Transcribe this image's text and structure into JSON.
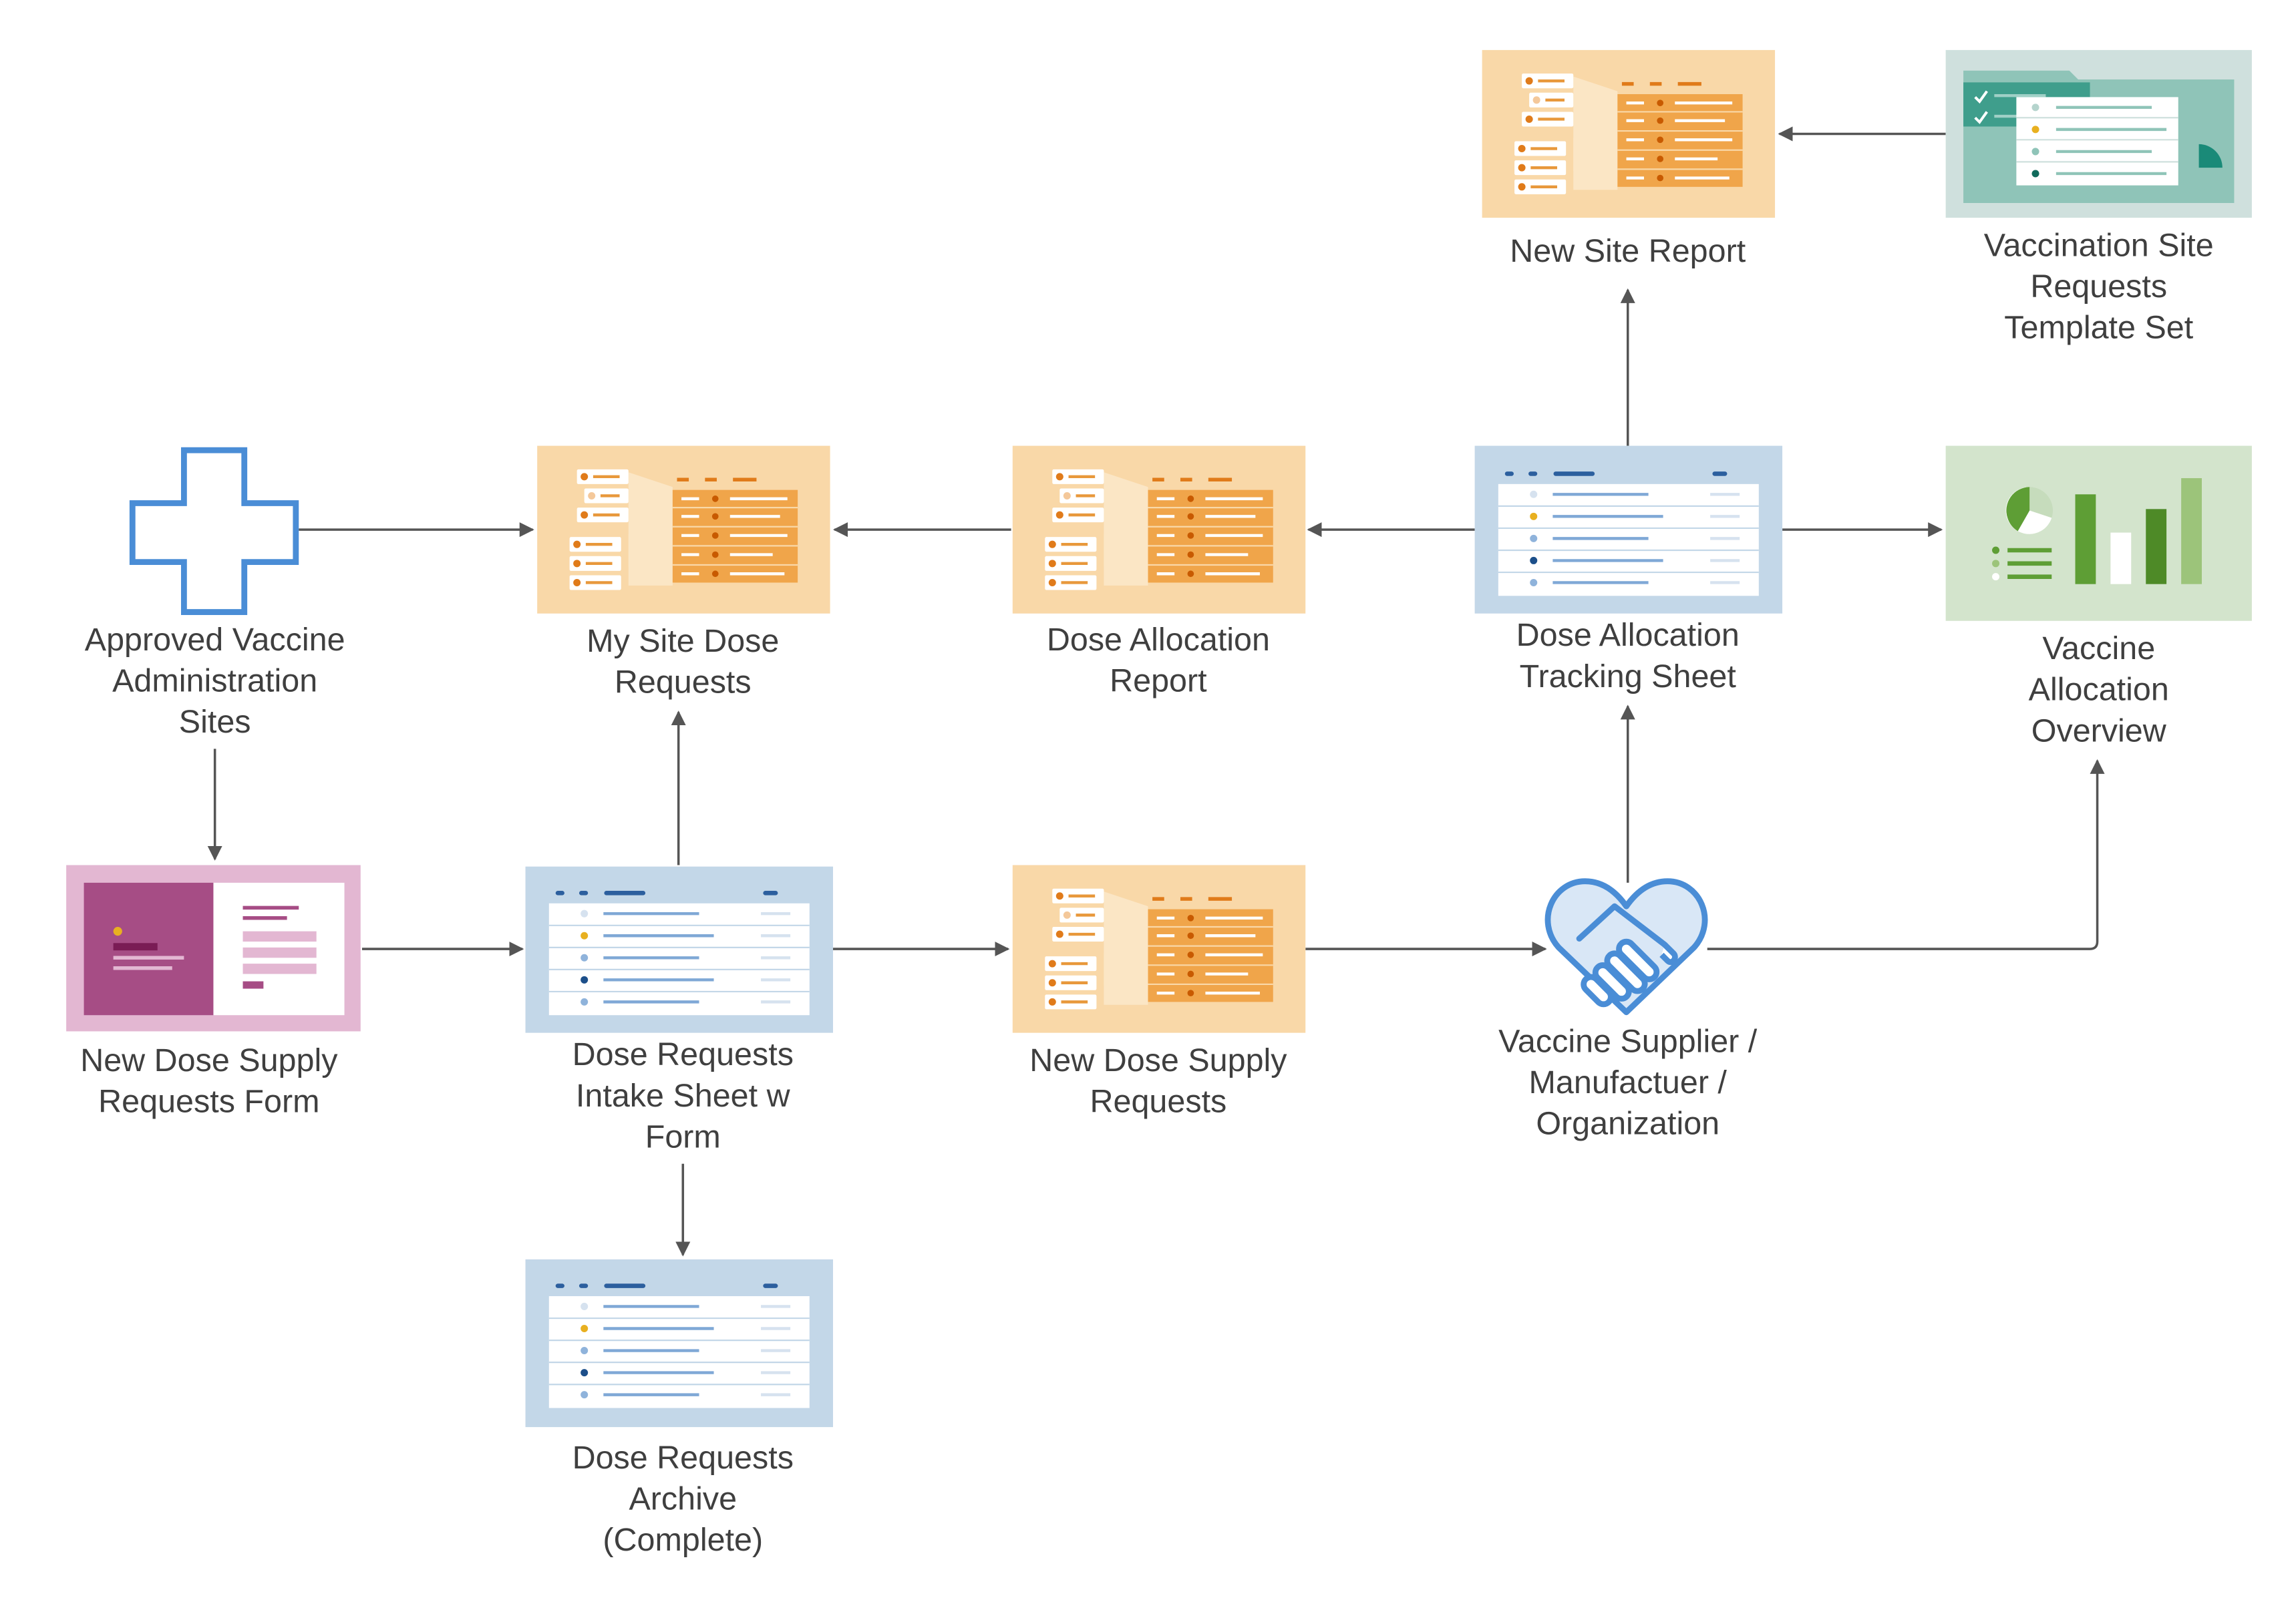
{
  "colors": {
    "orange_bg": "#f9d8a8",
    "orange_table": "#f0a54a",
    "orange_dot": "#e07b1a",
    "blue_bg": "#c3d7e8",
    "blue_line": "#7fa8d6",
    "blue_header": "#2c5f9e",
    "pink_bg": "#e3b7d2",
    "purple": "#a64d85",
    "teal_bg": "#b9d6d0",
    "teal": "#1a8a78",
    "green_bg": "#d3e4cc",
    "green": "#5e9e35",
    "icon_blue": "#4a8dd6",
    "arrow": "#555555",
    "text": "#3f3f3f"
  },
  "nodes": {
    "approved_sites": {
      "label": "Approved Vaccine\nAdministration\nSites",
      "icon": "medical-cross-icon"
    },
    "my_site_dose_requests": {
      "label": "My Site Dose\nRequests",
      "icon": "report-icon"
    },
    "dose_allocation_report": {
      "label": "Dose Allocation\nReport",
      "icon": "report-icon"
    },
    "dose_allocation_tracking_sheet": {
      "label": "Dose Allocation\nTracking Sheet",
      "icon": "sheet-icon"
    },
    "vaccine_allocation_overview": {
      "label": "Vaccine\nAllocation\nOverview",
      "icon": "dashboard-icon"
    },
    "new_site_report": {
      "label": "New Site Report",
      "icon": "report-icon"
    },
    "template_set": {
      "label": "Vaccination Site\nRequests\nTemplate Set",
      "icon": "template-folder-icon"
    },
    "new_dose_supply_form": {
      "label": "New Dose Supply\nRequests Form",
      "icon": "form-icon"
    },
    "intake_sheet": {
      "label": "Dose Requests\nIntake Sheet w\nForm",
      "icon": "sheet-icon"
    },
    "new_dose_supply_requests": {
      "label": "New Dose Supply\nRequests",
      "icon": "report-icon"
    },
    "supplier": {
      "label": "Vaccine Supplier /\nManufactuer /\nOrganization",
      "icon": "handshake-heart-icon"
    },
    "archive": {
      "label": "Dose Requests\nArchive\n(Complete)",
      "icon": "sheet-icon"
    }
  }
}
